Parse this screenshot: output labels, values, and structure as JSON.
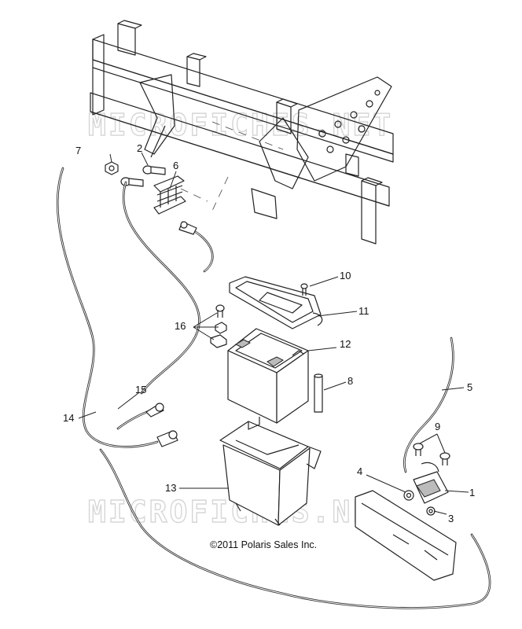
{
  "watermark": {
    "text": "MICROFICHES.NET"
  },
  "copyright": "©2011 Polaris Sales Inc.",
  "callouts": [
    {
      "id": "c1",
      "label": "1"
    },
    {
      "id": "c2",
      "label": "2"
    },
    {
      "id": "c3",
      "label": "3"
    },
    {
      "id": "c4",
      "label": "4"
    },
    {
      "id": "c5",
      "label": "5"
    },
    {
      "id": "c6",
      "label": "6"
    },
    {
      "id": "c7",
      "label": "7"
    },
    {
      "id": "c8",
      "label": "8"
    },
    {
      "id": "c9",
      "label": "9"
    },
    {
      "id": "c10",
      "label": "10"
    },
    {
      "id": "c11",
      "label": "11"
    },
    {
      "id": "c12",
      "label": "12"
    },
    {
      "id": "c13",
      "label": "13"
    },
    {
      "id": "c14",
      "label": "14"
    },
    {
      "id": "c15",
      "label": "15"
    },
    {
      "id": "c16",
      "label": "16"
    }
  ]
}
